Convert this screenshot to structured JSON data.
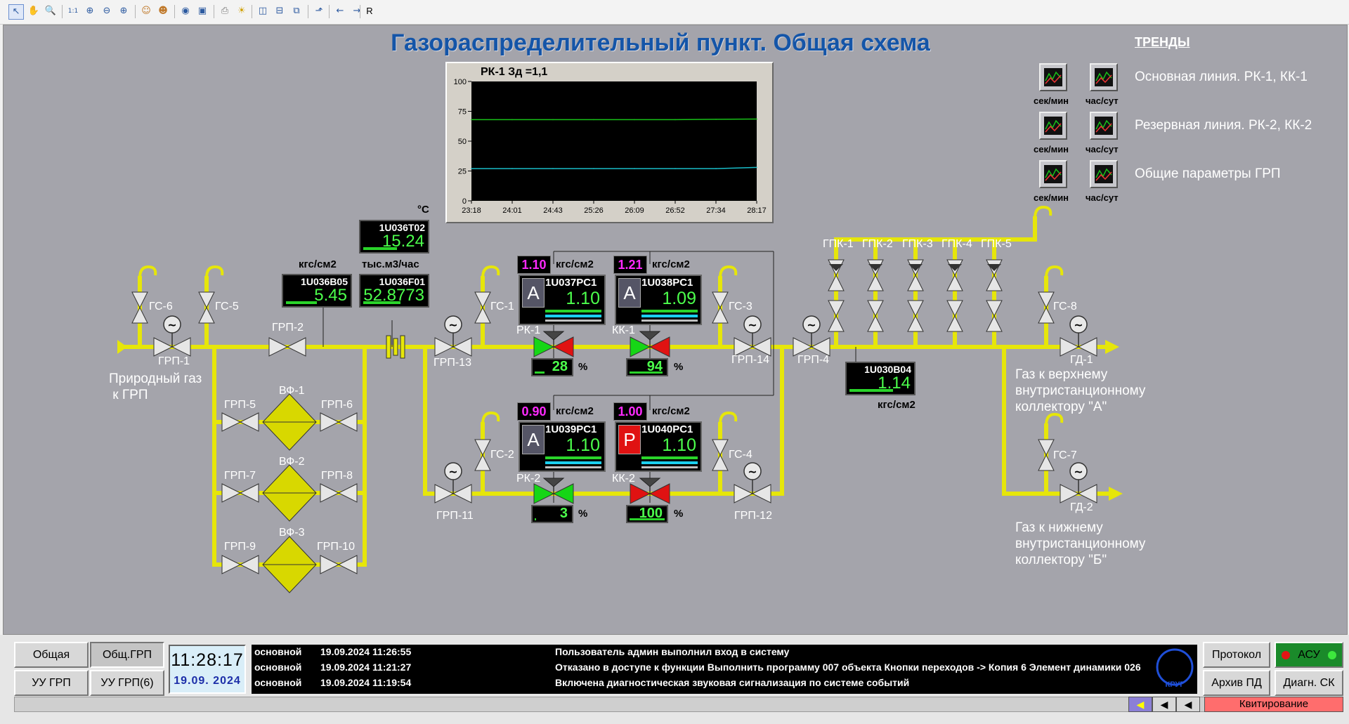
{
  "toolbar": {
    "icons": [
      "select-arrow-icon",
      "hand-icon",
      "magnifier-icon",
      "zoom-1to1-icon",
      "zoom-fit-icon",
      "zoom-out-icon",
      "zoom-in-icon",
      "users-icon",
      "user-icon",
      "binoculars-icon",
      "save-image-icon",
      "print-icon",
      "bulb-icon",
      "window-split-vertical-icon",
      "window-split-horizontal-icon",
      "windows-icon",
      "window-arrow-icon",
      "arrow-left-icon",
      "arrow-right-icon"
    ],
    "r_label": "R"
  },
  "title": "Газораспределительный пункт. Общая схема",
  "trends": {
    "header": "ТРЕНДЫ",
    "rows": [
      {
        "caption_sec": "сек/мин",
        "caption_hour": "час/сут",
        "label": "Основная линия. РК-1, КК-1"
      },
      {
        "caption_sec": "сек/мин",
        "caption_hour": "час/сут",
        "label": "Резервная линия. РК-2, КК-2"
      },
      {
        "caption_sec": "сек/мин",
        "caption_hour": "час/сут",
        "label": "Общие параметры ГРП"
      }
    ]
  },
  "chart_data": {
    "type": "line",
    "title": "РК-1  Зд =1,1",
    "x": [
      "23:18",
      "24:01",
      "24:43",
      "25:26",
      "26:09",
      "26:52",
      "27:34",
      "28:17"
    ],
    "ylim": [
      0,
      100
    ],
    "yticks": [
      0,
      25,
      50,
      75,
      100
    ],
    "series": [
      {
        "color": "#18c018",
        "values": [
          68,
          68,
          68,
          68,
          68,
          68,
          68.3,
          68.5
        ]
      },
      {
        "color": "#19bcc8",
        "values": [
          27,
          27,
          27,
          27,
          27,
          27,
          27,
          28
        ]
      }
    ],
    "background": "#000000"
  },
  "labels": {
    "gas_source_1": "Природный газ",
    "gas_source_2": "к ГРП",
    "kgs_b05": "кгс/см2",
    "deg_c": "°С",
    "flow_unit": "тыс.м3/час",
    "kgs_b04": "кгс/см2",
    "pct": "%",
    "dest_upper_1": "Газ к верхнему",
    "dest_upper_2": "внутристанционному",
    "dest_upper_3": "коллектору \"А\"",
    "dest_lower_1": "Газ к нижнему",
    "dest_lower_2": "внутристанционному",
    "dest_lower_3": "коллектору \"Б\""
  },
  "equipment": {
    "gs6": "ГС-6",
    "gs5": "ГС-5",
    "grp1": "ГРП-1",
    "grp2": "ГРП-2",
    "grp5": "ГРП-5",
    "grp6": "ГРП-6",
    "grp7": "ГРП-7",
    "grp8": "ГРП-8",
    "grp9": "ГРП-9",
    "grp10": "ГРП-10",
    "vf1": "ВФ-1",
    "vf2": "ВФ-2",
    "vf3": "ВФ-3",
    "grp13": "ГРП-13",
    "gs1": "ГС-1",
    "rk1": "РК-1",
    "kk1": "КК-1",
    "gs3": "ГС-3",
    "grp14": "ГРП-14",
    "grp11": "ГРП-11",
    "gs2": "ГС-2",
    "rk2": "РК-2",
    "kk2": "КК-2",
    "gs4": "ГС-4",
    "grp12": "ГРП-12",
    "grp4": "ГРП-4",
    "gpk1": "ГПК-1",
    "gpk2": "ГПК-2",
    "gpk3": "ГПК-3",
    "gpk4": "ГПК-4",
    "gpk5": "ГПК-5",
    "gs8": "ГС-8",
    "gd1": "ГД-1",
    "gs7": "ГС-7",
    "gd2": "ГД-2"
  },
  "sensors": {
    "t02": {
      "tag": "1U036T02",
      "value": "15.24",
      "fill": 0.55
    },
    "b05": {
      "tag": "1U036B05",
      "value": "5.45",
      "fill": 0.5
    },
    "f01": {
      "tag": "1U036F01",
      "value": "52.8773",
      "fill": 0.6
    },
    "b04": {
      "tag": "1U030B04",
      "value": "1.14",
      "fill": 0.7
    }
  },
  "regulators": {
    "pc37": {
      "setpoint": "1.10",
      "unit": "кгс/см2",
      "mode": "A",
      "tag": "1U037PC1",
      "value": "1.10"
    },
    "pc38": {
      "setpoint": "1.21",
      "unit": "кгс/см2",
      "mode": "A",
      "tag": "1U038PC1",
      "value": "1.09"
    },
    "pc39": {
      "setpoint": "0.90",
      "unit": "кгс/см2",
      "mode": "A",
      "tag": "1U039PC1",
      "value": "1.10"
    },
    "pc40": {
      "setpoint": "1.00",
      "unit": "кгс/см2",
      "mode": "Р",
      "tag": "1U040PC1",
      "value": "1.10"
    }
  },
  "positions": {
    "rk1": {
      "value": "28",
      "fill": 0.28
    },
    "kk1": {
      "value": "94",
      "fill": 0.94
    },
    "rk2": {
      "value": "3",
      "fill": 0.03
    },
    "kk2": {
      "value": "100",
      "fill": 1.0
    }
  },
  "nav": {
    "obshaya": "Общая",
    "obsh_grp": "Общ.ГРП",
    "uu_grp": "УУ ГРП",
    "uu_grp6": "УУ ГРП(6)"
  },
  "clock": {
    "time": "11:28:17",
    "date": "19.09. 2024"
  },
  "events": [
    {
      "source": "основной",
      "time": "19.09.2024 11:26:55",
      "message": "Пользователь админ выполнил вход в систему"
    },
    {
      "source": "основной",
      "time": "19.09.2024 11:21:27",
      "message": "Отказано в доступе к функции Выполнить программу 007 объекта Кнопки переходов -> Копия 6 Элемент динамики 026"
    },
    {
      "source": "основной",
      "time": "19.09.2024 11:19:54",
      "message": "Включена диагностическая звуковая сигнализация по системе событий"
    }
  ],
  "logo": "КРУГ",
  "right_buttons": {
    "protocol": "Протокол",
    "asu": "АСУ",
    "archive": "Архив ПД",
    "diag": "Диагн. СК"
  },
  "status": {
    "ack": "Квитирование"
  },
  "colors": {
    "pipe": "#e6e60a",
    "canvas": "#a4a4ab",
    "title": "#1455a8",
    "green": "#4cff4c",
    "magenta": "#ff2aff",
    "valve_green": "#16d616",
    "valve_red": "#e01212"
  }
}
